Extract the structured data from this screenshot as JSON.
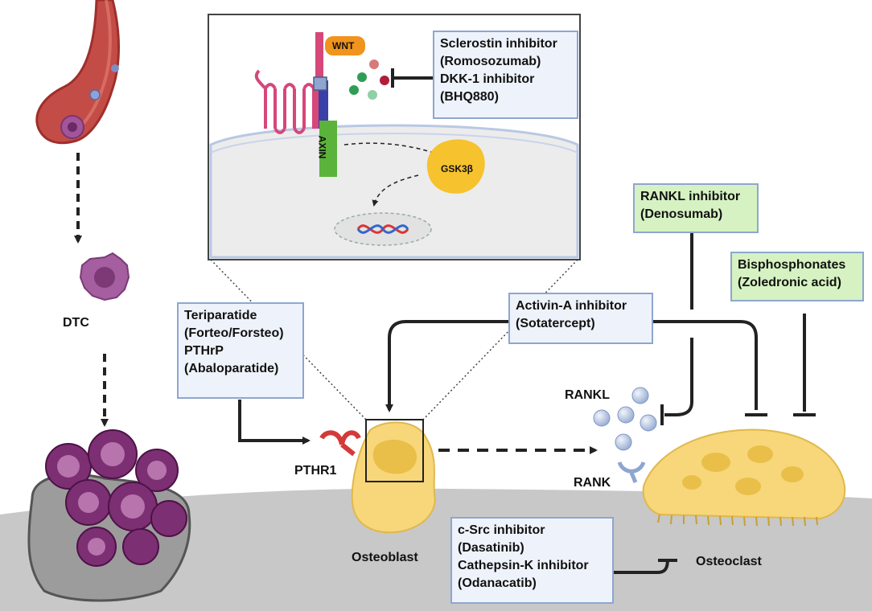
{
  "colors": {
    "bone": "#c8c8c8",
    "bone_line": "#a9a9a9",
    "cell_yellow": "#f7d77a",
    "cell_yellow_dark": "#e9bf4a",
    "tumor_purple": "#9c4f93",
    "vessel_red": "#b8322f",
    "box_blue_fill": "#eef3fb",
    "box_green_fill": "#d6f2c2",
    "box_border": "#8ea6cf",
    "wnt_orange": "#f0941d",
    "axin_green": "#5cb33b",
    "gsk_yellow": "#f6c22d",
    "receptor_pink": "#d6477a",
    "arrow_dark": "#222222"
  },
  "labels": {
    "wnt": "WNT",
    "axin": "AXIN",
    "gsk3b": "GSK3β",
    "dtc": "DTC",
    "pthr1": "PTHR1",
    "rankl": "RANKL",
    "rank": "RANK",
    "osteoblast": "Osteoblast",
    "osteoclast": "Osteoclast"
  },
  "boxes": {
    "sclerostin": [
      "Sclerostin inhibitor",
      "(Romosozumab)",
      "DKK-1 inhibitor",
      "(BHQ880)"
    ],
    "rankl_inhibitor": [
      "RANKL inhibitor",
      "(Denosumab)"
    ],
    "bisphosphonates": [
      "Bisphosphonates",
      "(Zoledronic acid)"
    ],
    "teriparatide": [
      "Teriparatide",
      "(Forteo/Forsteo)",
      "PTHrP",
      "(Abaloparatide)"
    ],
    "activin": [
      "Activin-A inhibitor",
      "(Sotatercept)"
    ],
    "csrc": [
      "c-Src inhibitor",
      "(Dasatinib)",
      "Cathepsin-K inhibitor",
      "(Odanacatib)"
    ]
  },
  "icons": [
    "blood-vessel-icon",
    "tumor-cell-icon",
    "bone-metastasis-icon",
    "dna-icon",
    "osteoblast-cell-icon",
    "osteoclast-cell-icon"
  ]
}
